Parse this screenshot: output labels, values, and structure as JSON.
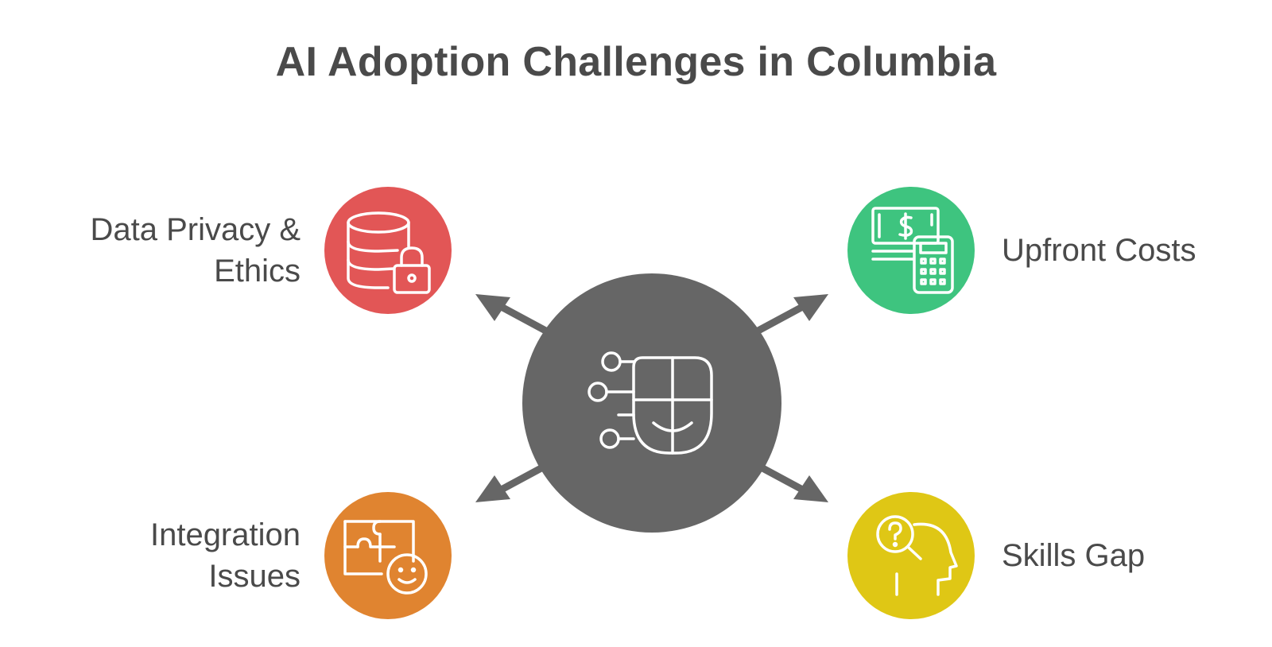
{
  "title": "AI Adoption Challenges in Columbia",
  "center": {
    "icon": "ai-face-circuit-icon",
    "color": "#666666"
  },
  "challenges": [
    {
      "id": "data-privacy",
      "line1": "Data Privacy &",
      "line2": "Ethics",
      "icon": "database-lock-icon",
      "color": "#e25656"
    },
    {
      "id": "upfront-costs",
      "line1": "Upfront Costs",
      "line2": "",
      "icon": "money-calculator-icon",
      "color": "#3ec47f"
    },
    {
      "id": "integration",
      "line1": "Integration",
      "line2": "Issues",
      "icon": "puzzle-face-icon",
      "color": "#e08430"
    },
    {
      "id": "skills-gap",
      "line1": "Skills Gap",
      "line2": "",
      "icon": "head-question-search-icon",
      "color": "#dfc715"
    }
  ]
}
